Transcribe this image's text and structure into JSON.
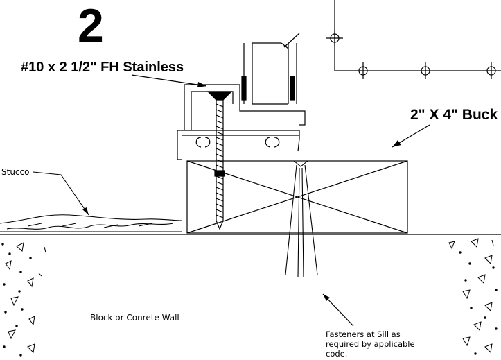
{
  "detail": {
    "number": "2"
  },
  "labels": {
    "screw": "#10 x 2 1/2\" FH Stainless",
    "buck": "2\" X 4\" Buck",
    "stucco": "Stucco",
    "wall": "Block or Conrete Wall",
    "fasteners_line1": "Fasteners at Sill as",
    "fasteners_line2": "required by applicable",
    "fasteners_line3": "code."
  },
  "colors": {
    "ink": "#000000",
    "paper": "#ffffff"
  }
}
